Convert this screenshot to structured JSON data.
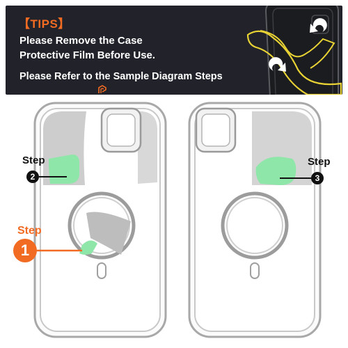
{
  "banner": {
    "badge": "【TIPS】",
    "line1": "Please Remove the Case",
    "line2": "Protective Film Before Use.",
    "line3": "Please Refer to the Sample Diagram Steps"
  },
  "steps": {
    "step2": {
      "label": "Step",
      "number": "2"
    },
    "step3": {
      "label": "Step",
      "number": "3"
    },
    "step1": {
      "label": "Step",
      "number": "1"
    }
  },
  "colors": {
    "banner_bg": "#22232a",
    "accent_orange": "#f26b22",
    "film_green": "#8ee6a8",
    "illustration_yellow": "#e8d234",
    "case_grey": "#b8b8b8"
  },
  "icons": [
    "brand-logo-icon",
    "rotate-arrow-icon",
    "phone-case-illustration"
  ]
}
